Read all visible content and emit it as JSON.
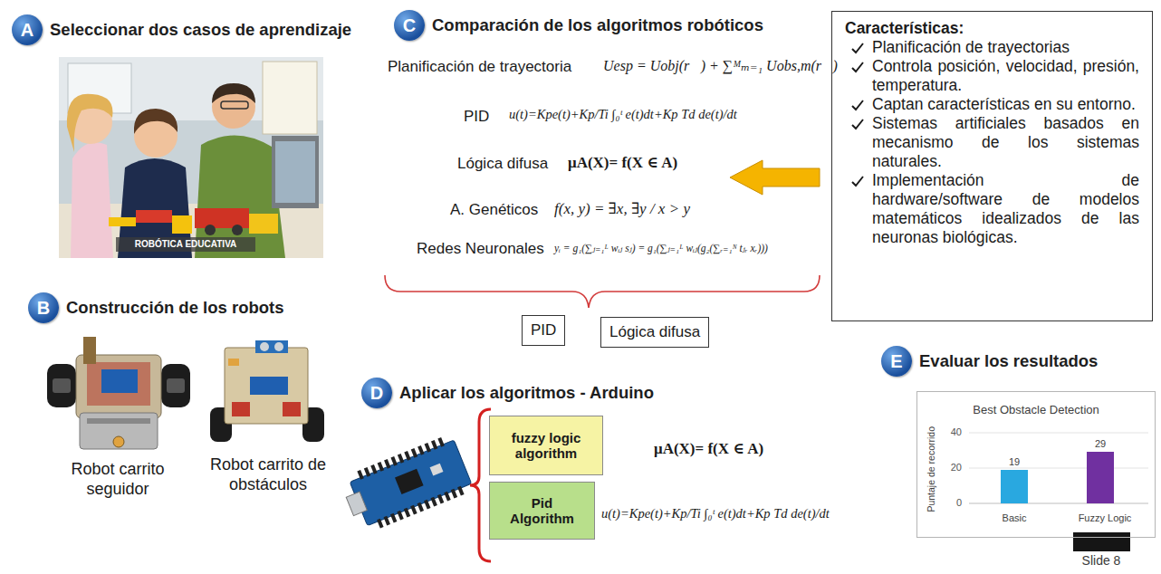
{
  "diagram": {
    "nodes": [
      {
        "text": [
          "A",
          "Seleccionar dos casos de aprendizaje"
        ]
      },
      {
        "text": [
          "C",
          "Comparación de los algoritmos robóticos"
        ]
      },
      {
        "text": [
          "Características:",
          "Planificación de trayectorias",
          "Controla posición, velocidad, presión, temperatura.",
          "Captan características en su entorno.",
          "Sistemas artificiales basados en mecanismo de los sistemas naturales.",
          "Implementación de hardware/software de modelos matemáticos idealizados de las neuronas biológicas."
        ]
      },
      {
        "text": [
          "PID"
        ]
      },
      {
        "text": [
          "Lógica difusa"
        ]
      },
      {
        "text": [
          "B",
          "Construcción de los robots"
        ]
      },
      {
        "text": [
          "D",
          "Aplicar los algoritmos - Arduino"
        ]
      },
      {
        "text": [
          "fuzzy logic algorithm"
        ]
      },
      {
        "text": [
          "Pid Algorithm"
        ]
      },
      {
        "text": [
          "E",
          "Evaluar los resultados"
        ]
      },
      {
        "text": [
          "Best Obstacle Detection"
        ]
      }
    ],
    "labels": [
      "ROBÓTICA EDUCATIVA",
      "Planificación de trayectoria",
      "Uesp = Uobj(r⃗) + ∑ᴹₘ₌₁ Uobs,m(r⃗)",
      "PID",
      "u(t)=Kpe(t)+Kp/Ti ∫₀ᵗ e(t)dt+Kp Td de(t)/dt",
      "Lógica difusa",
      "μA(X)= f(X ∈ A)",
      "A. Genéticos",
      "f(x, y) = ∃x, ∃y / x > y",
      "Redes Neuronales",
      "yᵢ = g₁(∑ⱼ₌₁ᴸ wᵢⱼ sⱼ) = g₁(∑ⱼ₌₁ᴸ wᵢⱼ(g₂(∑ᵣ₌₁ᴺ tⱼᵣ xᵣ)))",
      "Robot carrito seguidor",
      "Robot carrito de obstáculos",
      "μA(X)= f(X ∈ A)",
      "u(t)=Kpe(t)+Kp/Ti ∫₀ᵗ e(t)dt+Kp Td de(t)/dt",
      "Puntaje de recorrido",
      "40",
      "20",
      "0",
      "19",
      "29",
      "Basic",
      "Fuzzy Logic",
      "Slide 8"
    ]
  }
}
